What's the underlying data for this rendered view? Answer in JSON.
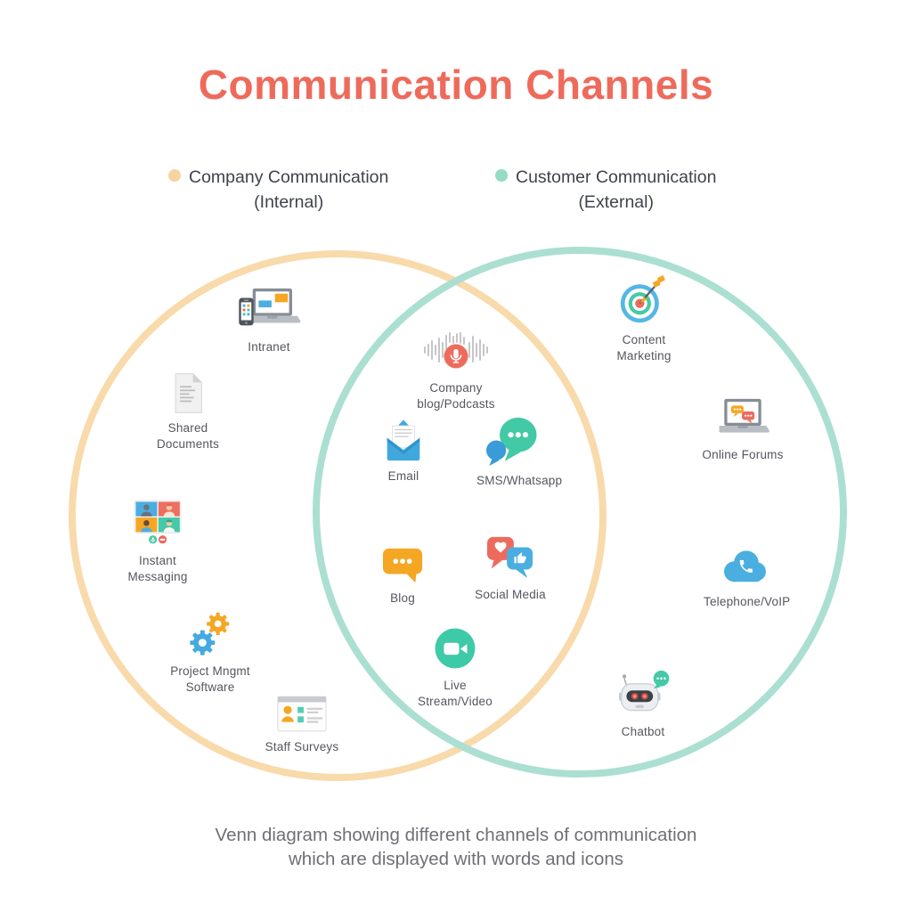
{
  "title": {
    "text": "Communication Channels",
    "color": "#ee6a5b"
  },
  "legend": {
    "internal": {
      "label": "Company Communication",
      "sublabel": "(Internal)",
      "dot_color": "#f6d4a0"
    },
    "external": {
      "label": "Customer Communication",
      "sublabel": "(External)",
      "dot_color": "#95dbc6"
    }
  },
  "venn": {
    "left_circle": {
      "name": "Company Communication (Internal)",
      "color": "#f8daab"
    },
    "right_circle": {
      "name": "Customer Communication (External)",
      "color": "#abdfd1"
    }
  },
  "items": {
    "intranet": {
      "label": "Intranet",
      "region": "internal",
      "icon": "laptop-and-phone-icon"
    },
    "shared_documents": {
      "label": "Shared Documents",
      "region": "internal",
      "icon": "document-icon"
    },
    "instant_messaging": {
      "label": "Instant Messaging",
      "region": "internal",
      "icon": "video-call-grid-icon"
    },
    "project_mngmt_software": {
      "label": "Project Mngmt Software",
      "region": "internal",
      "icon": "gears-icon"
    },
    "staff_surveys": {
      "label": "Staff Surveys",
      "region": "internal",
      "icon": "survey-card-icon"
    },
    "company_blog_podcasts": {
      "label": "Company blog/Podcasts",
      "region": "both",
      "icon": "microphone-waveform-icon"
    },
    "email": {
      "label": "Email",
      "region": "both",
      "icon": "open-envelope-icon"
    },
    "sms_whatsapp": {
      "label": "SMS/Whatsapp",
      "region": "both",
      "icon": "chat-bubbles-icon"
    },
    "blog": {
      "label": "Blog",
      "region": "both",
      "icon": "speech-bubble-dots-icon"
    },
    "social_media": {
      "label": "Social Media",
      "region": "both",
      "icon": "heart-thumbsup-bubbles-icon"
    },
    "live_stream_video": {
      "label": "Live Stream/Video",
      "region": "both",
      "icon": "video-camera-circle-icon"
    },
    "content_marketing": {
      "label": "Content Marketing",
      "region": "external",
      "icon": "target-dart-icon"
    },
    "online_forums": {
      "label": "Online Forums",
      "region": "external",
      "icon": "laptop-chat-icon"
    },
    "telephone_voip": {
      "label": "Telephone/VoIP",
      "region": "external",
      "icon": "cloud-phone-icon"
    },
    "chatbot": {
      "label": "Chatbot",
      "region": "external",
      "icon": "robot-icon"
    }
  },
  "caption": {
    "line1": "Venn diagram showing different channels of communication",
    "line2": "which are displayed with words and icons"
  }
}
